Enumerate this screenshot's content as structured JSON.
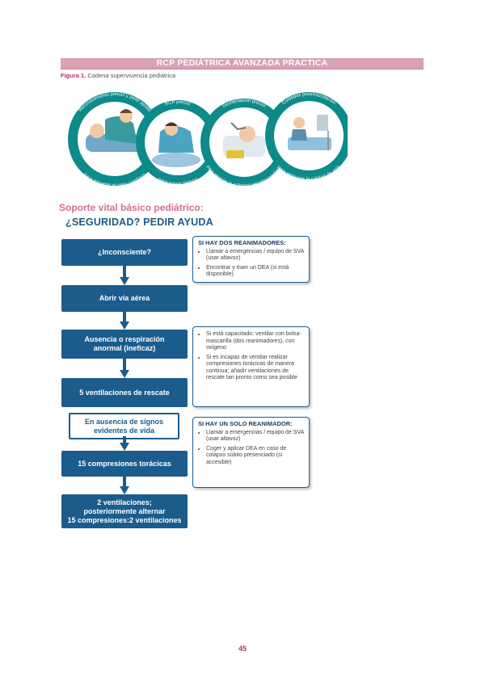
{
  "header": {
    "title": "RCP PEDIÁTRICA AVANZADA PRACTICA"
  },
  "figure": {
    "label": "Figura 1.",
    "caption": "Cadena supervivencia pediátrica",
    "links": [
      {
        "top_text": "Reconocimiento precoz y pedir ayuda",
        "bottom_text": "para prevenir el paro cardíaco"
      },
      {
        "top_text": "RCP precoz",
        "bottom_text": "para ganar tiempo"
      },
      {
        "top_text": "Desfibrilación precoz",
        "bottom_text": "para reiniciar la actividad eléctrica cardíaca"
      },
      {
        "top_text": "Cuidados postresucitación",
        "bottom_text": "para restaurar la calidad de vida"
      }
    ],
    "colors": {
      "ring": "#0d8a8a",
      "fill": "#ffffff"
    }
  },
  "section_title": "Soporte vital básico pediátrico:",
  "safety_title": "¿SEGURIDAD? PEDIR AYUDA",
  "steps": [
    {
      "lines": [
        "¿Inconsciente?"
      ]
    },
    {
      "lines": [
        "Abrir vía aérea"
      ]
    },
    {
      "lines": [
        "Ausencia o respiración",
        "anormal (ineficaz)"
      ]
    },
    {
      "lines": [
        "5 ventilaciones de rescate"
      ]
    },
    {
      "lines": [
        "En ausencia de signos",
        "evidentes de vida"
      ]
    },
    {
      "lines": [
        "15 compresiones torácicas"
      ]
    },
    {
      "lines": [
        "2 ventilaciones;",
        "posteriormente alternar",
        "15 compresiones:2 ventilaciones"
      ]
    }
  ],
  "notes": {
    "two_rescuers": {
      "title": "SI HAY DOS REANIMADORES:",
      "items": [
        "Llamar a emergencias / equipo de SVA (usar altavoz)",
        "Encontrar y traer un DEA (si está disponible)"
      ]
    },
    "ventilation": {
      "items": [
        "Si está capacitado: ventilar con bolsa-mascarilla (dos reanimadores), con oxígeno",
        "Si es incapaz de ventilar realizar compresiones torácicas de manera continua; añadir ventilaciones de rescate tan pronto como sea posible"
      ]
    },
    "one_rescuer": {
      "title": "SI HAY UN SOLO REANIMADOR:",
      "items": [
        "Llamar a emergencias / equipo de SVA (usar altavoz)",
        "Coger y aplicar DEA en caso de colapso súbito presenciado (si accesible)"
      ]
    }
  },
  "colors": {
    "primary": "#1b5c8c",
    "header": "#d9a1b2",
    "accent": "#d16f8f"
  },
  "page_number": "45"
}
